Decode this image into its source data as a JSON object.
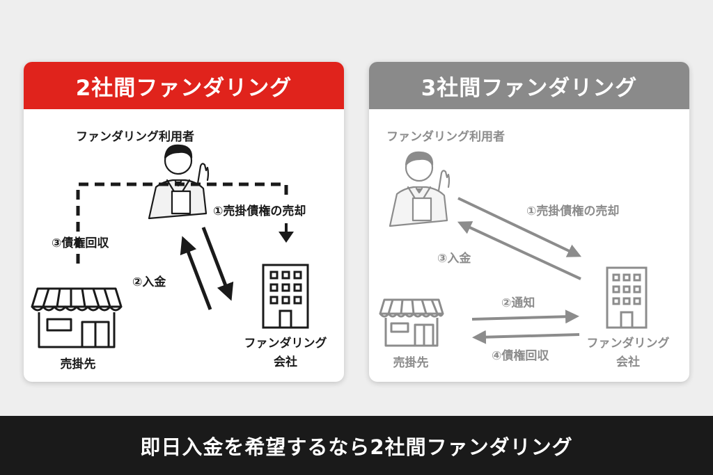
{
  "left_panel": {
    "title": "2社間ファンダリング",
    "user_label": "ファンダリング利用者",
    "step1": "①売掛債権の売却",
    "step2": "②入金",
    "step3": "③債権回収",
    "customer_label": "売掛先",
    "company_line1": "ファンダリング",
    "company_line2": "会社"
  },
  "right_panel": {
    "title": "3社間ファンダリング",
    "user_label": "ファンダリング利用者",
    "step1": "①売掛債権の売却",
    "step2": "②通知",
    "step3": "③入金",
    "step4": "④債権回収",
    "customer_label": "売掛先",
    "company_line1": "ファンダリング",
    "company_line2": "会社"
  },
  "footer_text": "即日入金を希望するなら2社間ファンダリング",
  "colors": {
    "accent_red": "#e0231c",
    "header_gray": "#8a8a8a",
    "dark": "#1a1a1a",
    "muted": "#8c8c8c"
  }
}
